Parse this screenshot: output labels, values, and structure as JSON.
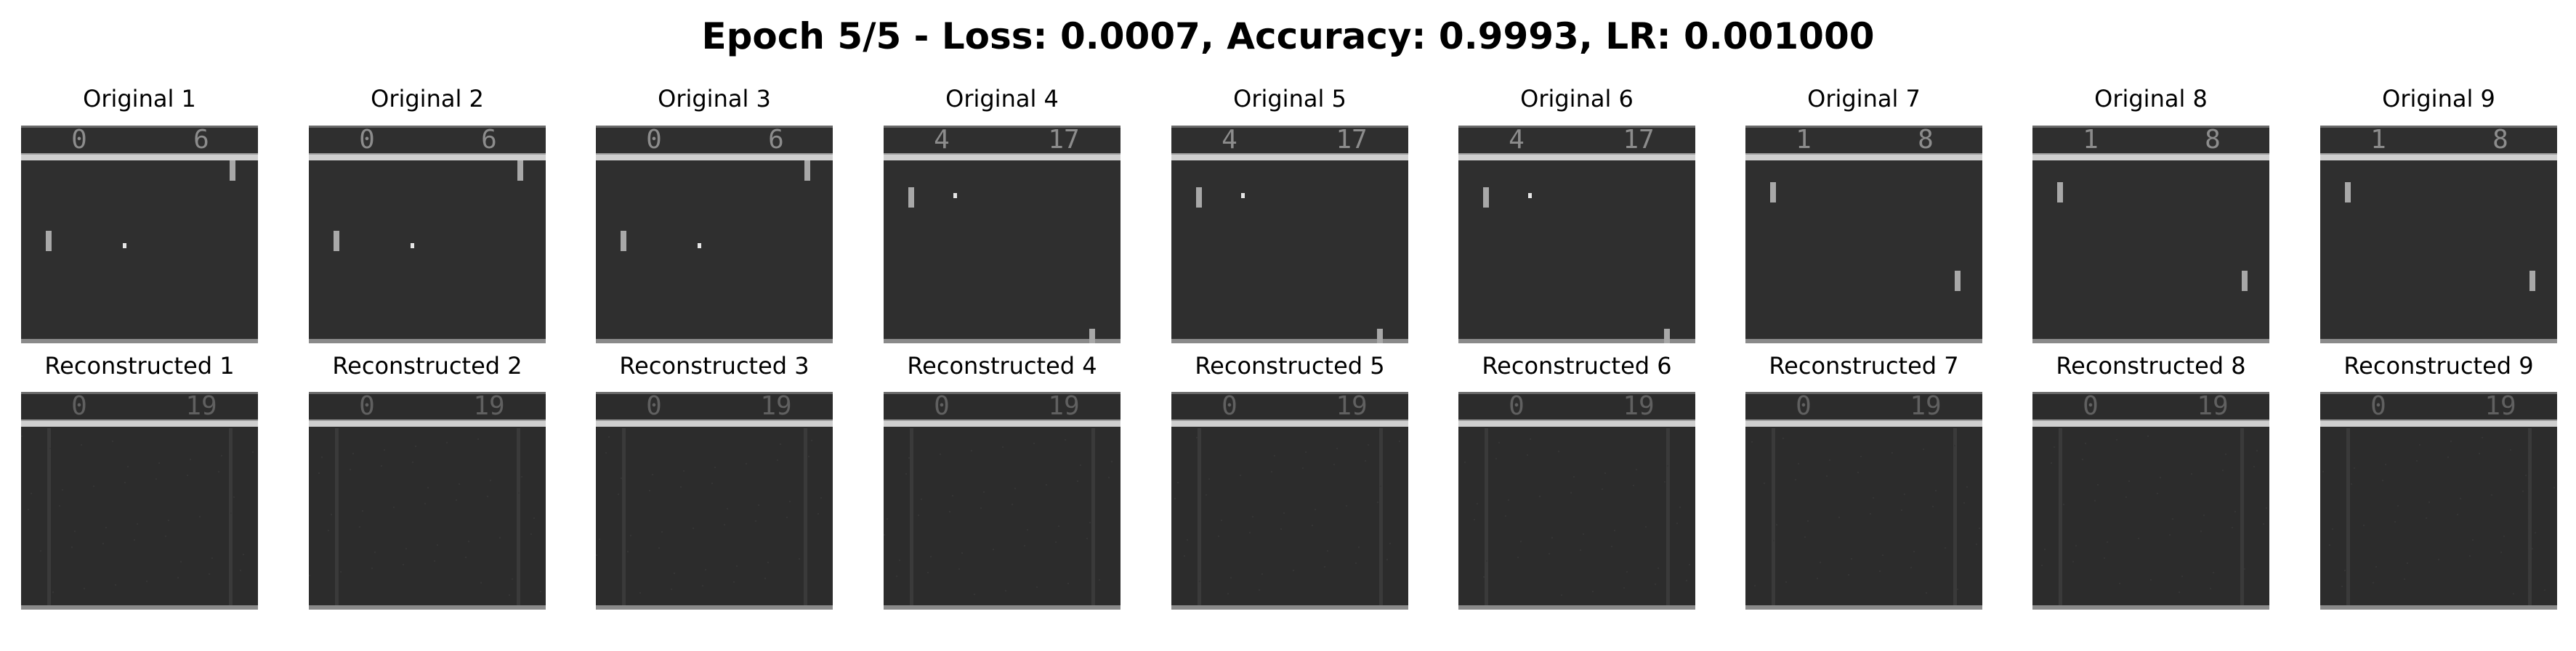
{
  "title": "Epoch 5/5 - Loss: 0.0007, Accuracy: 0.9993, LR: 0.001000",
  "colors": {
    "background": "#ffffff",
    "frame_bg": "#2f2f2f",
    "score_digit": "#8c8c8c",
    "divider": "#cfcfcf",
    "paddle": "#a8a8a8",
    "ball": "#e6e6e6",
    "recon_bg": "#2c2c2c",
    "recon_stripe": "#3a3a3a"
  },
  "panels": [
    {
      "original_label": "Original 1",
      "reconstructed_label": "Reconstructed 1",
      "original_score": {
        "left": "0",
        "right": "6"
      },
      "reconstructed_score": {
        "left": "0",
        "right": "19"
      }
    },
    {
      "original_label": "Original 2",
      "reconstructed_label": "Reconstructed 2",
      "original_score": {
        "left": "0",
        "right": "6"
      },
      "reconstructed_score": {
        "left": "0",
        "right": "19"
      }
    },
    {
      "original_label": "Original 3",
      "reconstructed_label": "Reconstructed 3",
      "original_score": {
        "left": "0",
        "right": "6"
      },
      "reconstructed_score": {
        "left": "0",
        "right": "19"
      }
    },
    {
      "original_label": "Original 4",
      "reconstructed_label": "Reconstructed 4",
      "original_score": {
        "left": "4",
        "right": "17"
      },
      "reconstructed_score": {
        "left": "0",
        "right": "19"
      }
    },
    {
      "original_label": "Original 5",
      "reconstructed_label": "Reconstructed 5",
      "original_score": {
        "left": "4",
        "right": "17"
      },
      "reconstructed_score": {
        "left": "0",
        "right": "19"
      }
    },
    {
      "original_label": "Original 6",
      "reconstructed_label": "Reconstructed 6",
      "original_score": {
        "left": "4",
        "right": "17"
      },
      "reconstructed_score": {
        "left": "0",
        "right": "19"
      }
    },
    {
      "original_label": "Original 7",
      "reconstructed_label": "Reconstructed 7",
      "original_score": {
        "left": "1",
        "right": "8"
      },
      "reconstructed_score": {
        "left": "0",
        "right": "19"
      }
    },
    {
      "original_label": "Original 8",
      "reconstructed_label": "Reconstructed 8",
      "original_score": {
        "left": "1",
        "right": "8"
      },
      "reconstructed_score": {
        "left": "0",
        "right": "19"
      }
    },
    {
      "original_label": "Original 9",
      "reconstructed_label": "Reconstructed 9",
      "original_score": {
        "left": "1",
        "right": "8"
      },
      "reconstructed_score": {
        "left": "0",
        "right": "19"
      }
    }
  ]
}
